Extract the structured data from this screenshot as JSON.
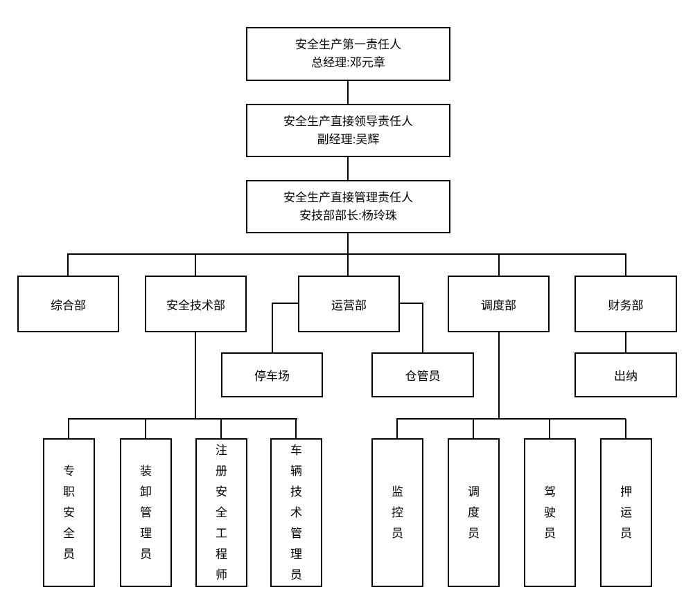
{
  "colors": {
    "line": "#000000",
    "box_border": "#000000",
    "background": "#ffffff",
    "text": "#000000"
  },
  "org": {
    "level1": {
      "line1": "安全生产第一责任人",
      "line2": "总经理:邓元章"
    },
    "level2": {
      "line1": "安全生产直接领导责任人",
      "line2": "副经理:吴辉"
    },
    "level3": {
      "line1": "安全生产直接管理责任人",
      "line2": "安技部部长:杨玲珠"
    },
    "departments": [
      {
        "label": "综合部"
      },
      {
        "label": "安全技术部"
      },
      {
        "label": "运营部"
      },
      {
        "label": "调度部"
      },
      {
        "label": "财务部"
      }
    ],
    "operations_children": [
      {
        "label": "停车场"
      },
      {
        "label": "仓管员"
      }
    ],
    "finance_children": [
      {
        "label": "出纳"
      }
    ],
    "safety_tech_children": [
      {
        "label": "专职安全员"
      },
      {
        "label": "装卸管理员"
      },
      {
        "label": "注册安全工程师"
      },
      {
        "label": "车辆技术管理员"
      }
    ],
    "dispatch_children": [
      {
        "label": "监控员"
      },
      {
        "label": "调度员"
      },
      {
        "label": "驾驶员"
      },
      {
        "label": "押运员"
      }
    ]
  }
}
